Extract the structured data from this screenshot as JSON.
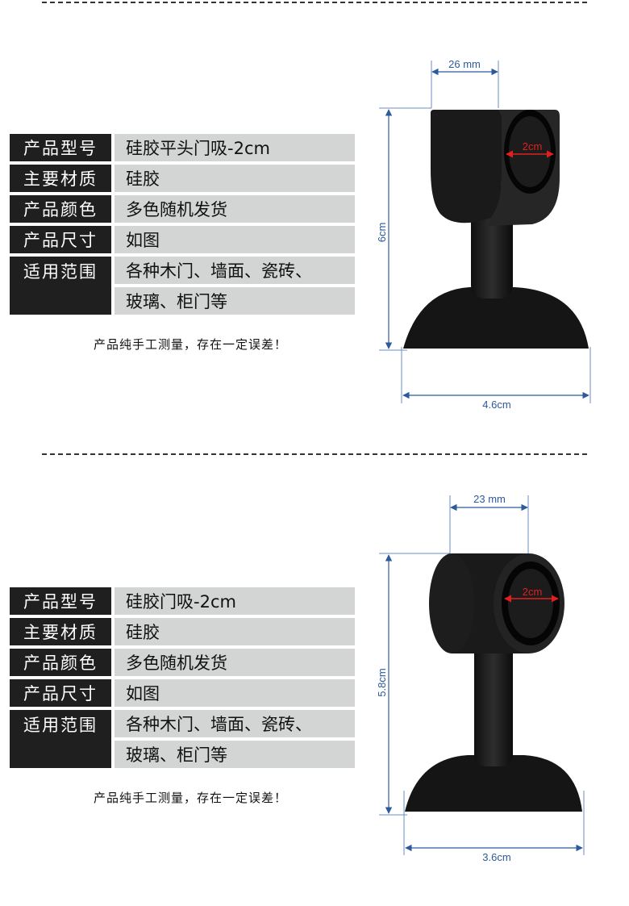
{
  "product1": {
    "specs": [
      {
        "label": "产品型号",
        "value": "硅胶平头门吸-2cm"
      },
      {
        "label": "主要材质",
        "value": "硅胶"
      },
      {
        "label": "产品颜色",
        "value": "多色随机发货"
      },
      {
        "label": "产品尺寸",
        "value": "如图"
      }
    ],
    "usage": {
      "label": "适用范围",
      "line1": "各种木门、墙面、瓷砖、",
      "line2": "玻璃、柜门等"
    },
    "note": "产品纯手工测量，存在一定误差！",
    "dims": {
      "top_width": "26 mm",
      "hole": "2cm",
      "height": "6cm",
      "base": "4.6cm"
    }
  },
  "product2": {
    "specs": [
      {
        "label": "产品型号",
        "value": "硅胶门吸-2cm"
      },
      {
        "label": "主要材质",
        "value": "硅胶"
      },
      {
        "label": "产品颜色",
        "value": "多色随机发货"
      },
      {
        "label": "产品尺寸",
        "value": "如图"
      }
    ],
    "usage": {
      "label": "适用范围",
      "line1": "各种木门、墙面、瓷砖、",
      "line2": "玻璃、柜门等"
    },
    "note": "产品纯手工测量，存在一定误差！",
    "dims": {
      "top_width": "23 mm",
      "hole": "2cm",
      "height": "5.8cm",
      "base": "3.6cm"
    }
  },
  "colors": {
    "label_bg": "#1f1f1f",
    "value_bg": "#d3d4d4",
    "dimension": "#2c5a9a",
    "hole_marker": "#e02020"
  }
}
